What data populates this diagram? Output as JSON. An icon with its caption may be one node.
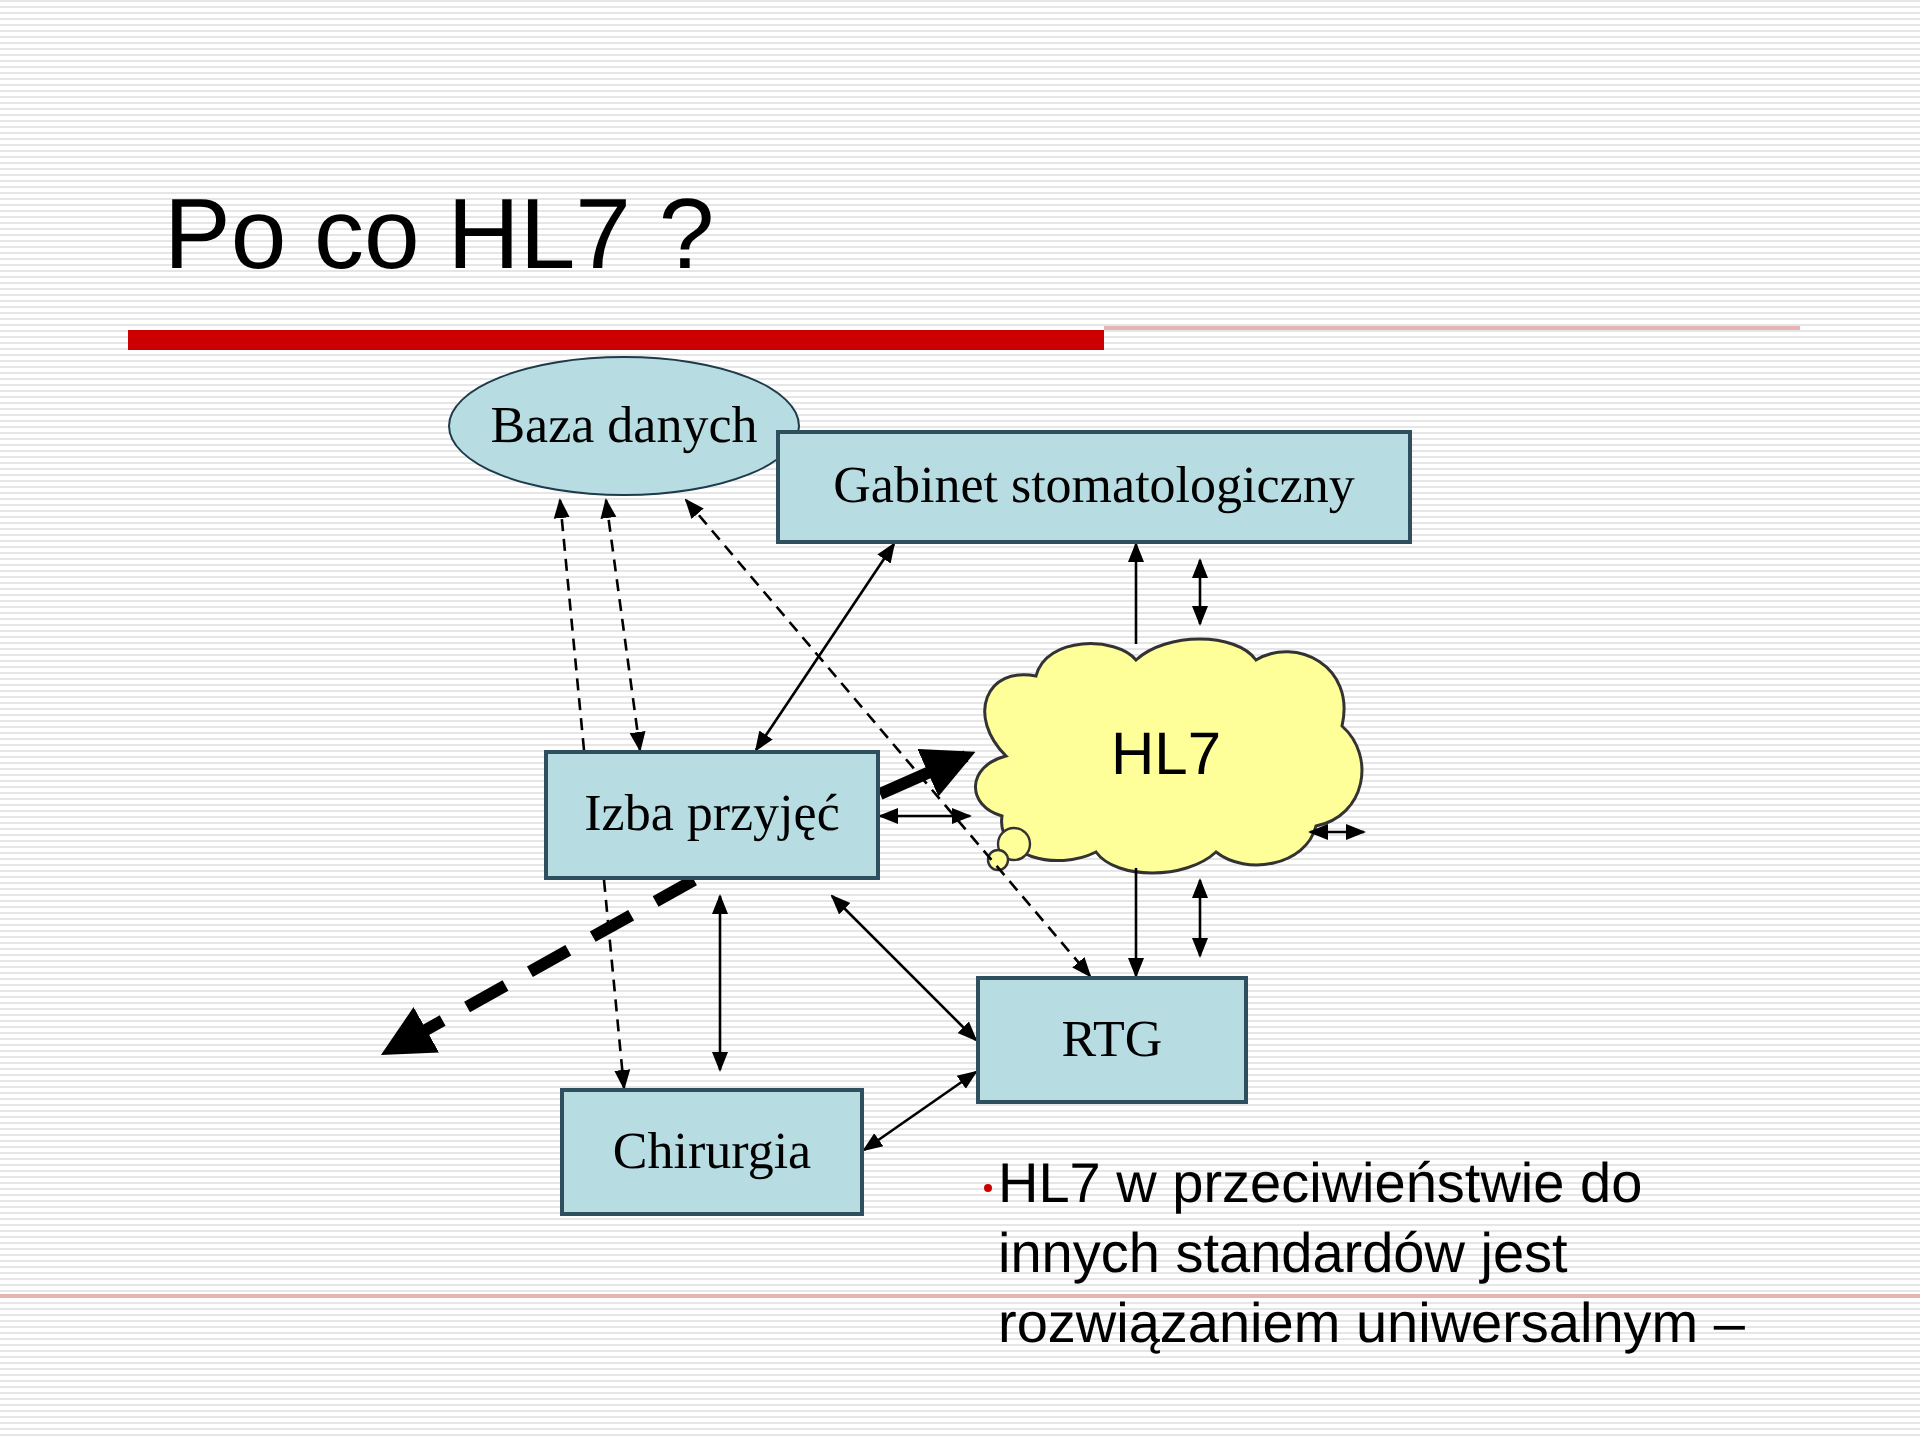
{
  "diagram": {
    "title": "Po co HL7 ?",
    "nodes": [
      {
        "text": [
          "Baza danych"
        ]
      },
      {
        "text": [
          "Gabinet stomatologiczny"
        ]
      },
      {
        "text": [
          "Izba przyjęć"
        ]
      },
      {
        "text": [
          "HL7"
        ]
      },
      {
        "text": [
          "RTG"
        ]
      },
      {
        "text": [
          "Chirurgia"
        ]
      }
    ],
    "edges": [
      {
        "from": 2,
        "to": 0,
        "arrow": "to",
        "style": "dashed"
      },
      {
        "from": 0,
        "to": 2,
        "arrow": "both",
        "style": "dashed"
      },
      {
        "from": 0,
        "to": 4,
        "arrow": "both",
        "style": "dashed"
      },
      {
        "from": 2,
        "to": 1,
        "arrow": "both"
      },
      {
        "from": 2,
        "to": 3,
        "arrow": "to",
        "style": "thick"
      },
      {
        "from": 2,
        "to": null,
        "arrow": "to",
        "style": "dashed"
      },
      {
        "from": 2,
        "to": 3,
        "arrow": "both"
      },
      {
        "from": 3,
        "to": null,
        "arrow": "both"
      },
      {
        "from": 3,
        "to": 1,
        "arrow": "to"
      },
      {
        "from": 3,
        "to": 4,
        "arrow": "to"
      },
      {
        "from": 2,
        "to": 5,
        "arrow": "both"
      },
      {
        "from": 2,
        "to": 4,
        "arrow": "both"
      },
      {
        "from": 5,
        "to": 4,
        "arrow": "both"
      },
      {
        "from": 2,
        "to": 5,
        "arrow": "to",
        "style": "dashed"
      },
      {
        "from": 1,
        "to": 3,
        "arrow": "both"
      },
      {
        "from": 3,
        "to": 4,
        "arrow": "both"
      }
    ],
    "labels": [
      "HL7 w przeciwieństwie do innych standardów jest rozwiązaniem uniwersalnym –"
    ]
  }
}
